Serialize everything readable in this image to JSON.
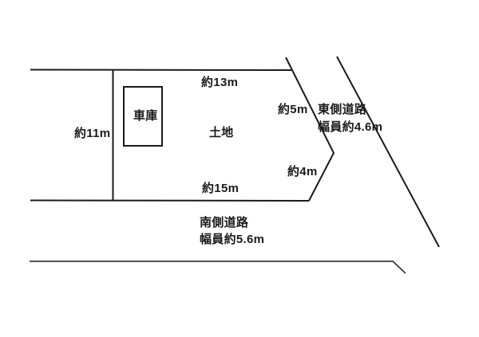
{
  "diagram": {
    "background_color": "#ffffff",
    "line_color": "#1a1a1a",
    "labels": {
      "garage": "車庫",
      "land": "土地",
      "dim_top": "約13m",
      "dim_left": "約11m",
      "dim_upper_right": "約5m",
      "dim_lower_right": "約4m",
      "dim_bottom": "約15m",
      "east_road_name": "東側道路",
      "east_road_width": "幅員約4.6m",
      "south_road_name": "南側道路",
      "south_road_width": "幅員約5.6m"
    }
  }
}
